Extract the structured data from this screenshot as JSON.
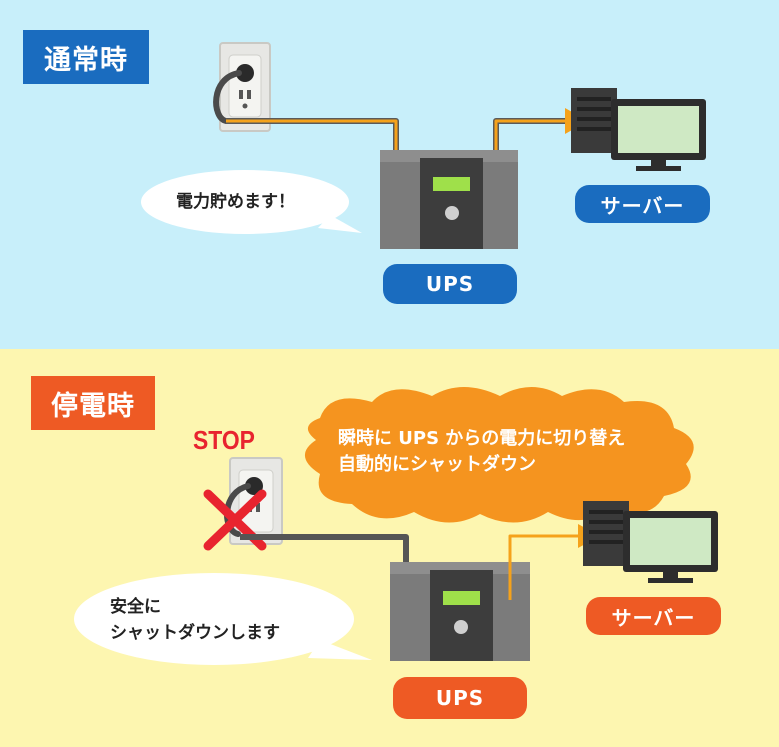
{
  "normal": {
    "title": "通常時",
    "bubble": "電力貯めます！",
    "ups_label": "UPS",
    "server_label": "サーバー"
  },
  "outage": {
    "title": "停電時",
    "stop_label": "STOP",
    "burst_line1": "瞬時に UPS からの電力に切り替え",
    "burst_line2": "自動的にシャットダウン",
    "bubble_line1": "安全に",
    "bubble_line2": "シャットダウンします",
    "ups_label": "UPS",
    "server_label": "サーバー"
  },
  "colors": {
    "normal_bg": "#c8effa",
    "outage_bg": "#fdf6b0",
    "normal_accent": "#1a6cbf",
    "outage_accent": "#ee5a24",
    "power_line": "#f5a21b",
    "dead_line": "#555555",
    "stop_red": "#e8242f"
  }
}
